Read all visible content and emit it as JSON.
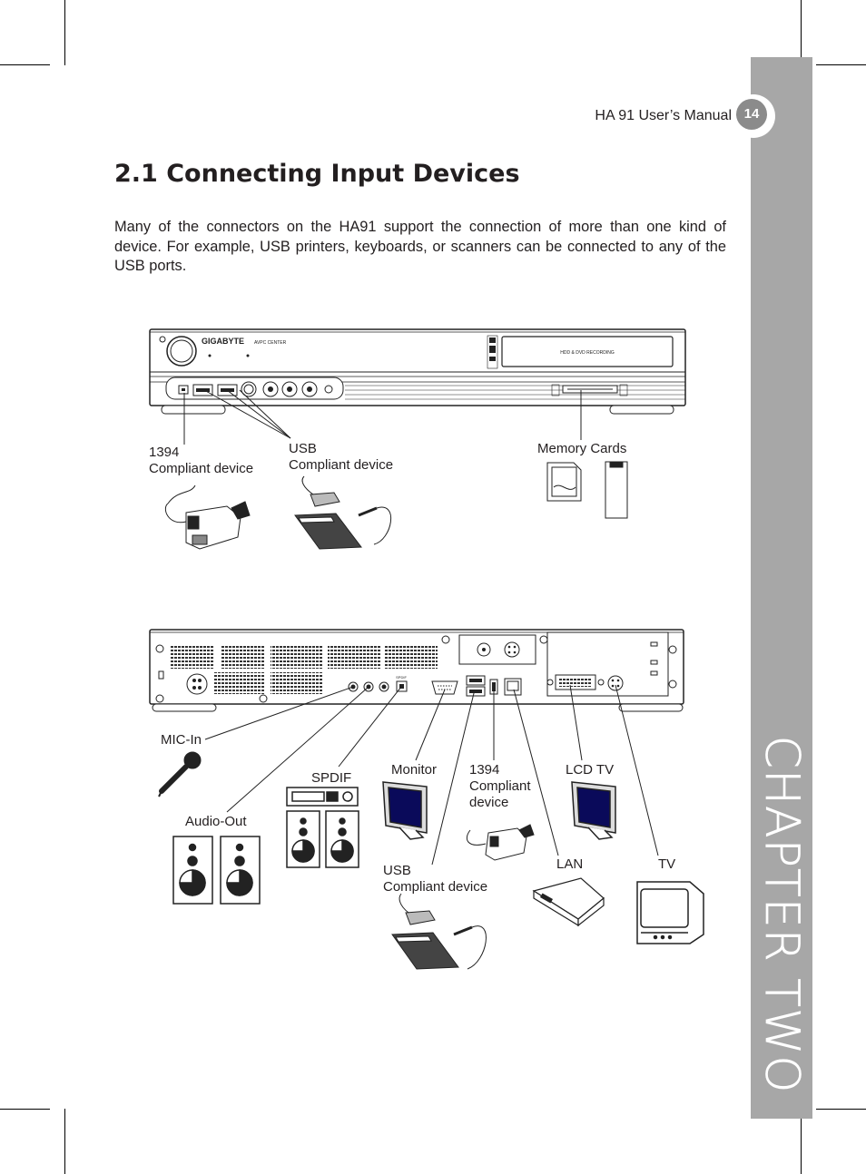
{
  "header": {
    "manual_title": "HA 91 User’s Manual",
    "page_number": "14"
  },
  "side_tab": {
    "chapter_label": "CHAPTER TWO"
  },
  "section": {
    "heading": "2.1 Connecting Input Devices",
    "paragraph": "Many of the connectors on the HA91 support the connection of more than one kind of device. For example, USB printers, keyboards, or scanners can be connected to any of the USB ports."
  },
  "front_panel": {
    "brand": "GIGABYTE",
    "model": "AVPC CENTER",
    "display_text": "HDD & DVD RECORDING",
    "labels": {
      "ieee1394": "1394\nCompliant device",
      "usb": "USB\nCompliant device",
      "memory_cards": "Memory Cards"
    }
  },
  "rear_panel": {
    "spdif_port_label": "SPDIF",
    "labels": {
      "mic_in": "MIC-In",
      "audio_out": "Audio-Out",
      "spdif": "SPDIF",
      "monitor": "Monitor",
      "ieee1394": "1394\nCompliant\ndevice",
      "lcd_tv": "LCD TV",
      "usb": "USB\nCompliant device",
      "lan": "LAN",
      "tv": "TV"
    }
  }
}
